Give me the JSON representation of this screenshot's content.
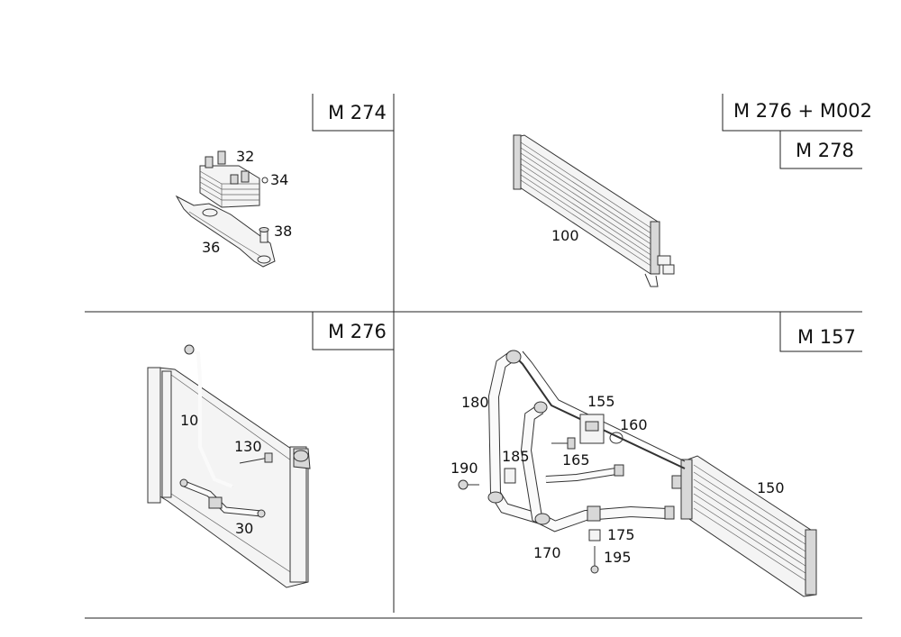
{
  "engine_labels": {
    "m274": "M 274",
    "m276_m002": "M 276 + M002",
    "m278": "M 278",
    "m276": "M 276",
    "m157": "M 157"
  },
  "part_numbers": {
    "p32": "32",
    "p34": "34",
    "p36": "36",
    "p38": "38",
    "p100": "100",
    "p10": "10",
    "p130": "130",
    "p30": "30",
    "p155": "155",
    "p160": "160",
    "p180": "180",
    "p185": "185",
    "p165": "165",
    "p190": "190",
    "p150": "150",
    "p170": "170",
    "p175": "175",
    "p195": "195"
  }
}
